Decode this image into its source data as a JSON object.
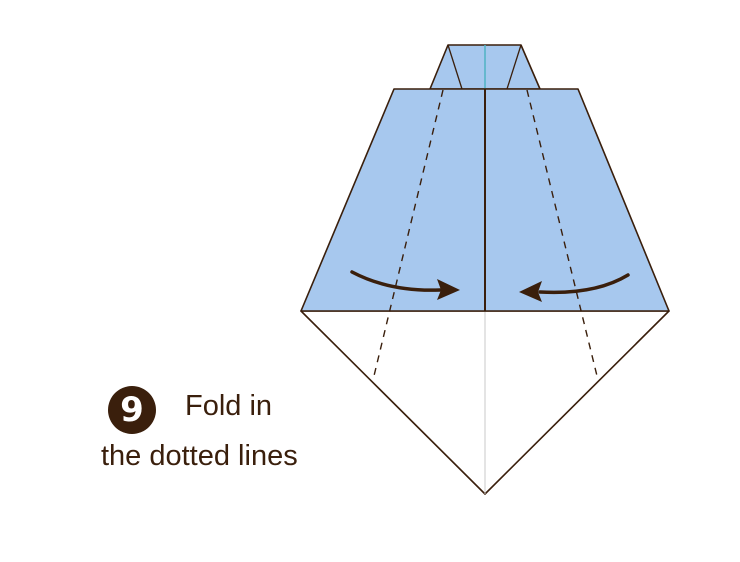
{
  "instruction": {
    "step_number": "9",
    "line1": "Fold in",
    "line2": "the dotted lines"
  },
  "colors": {
    "paper_blue": "#a7c8ee",
    "paper_white": "#ffffff",
    "outline": "#3a1f0c",
    "center_crease": "#4fb3c4",
    "arrow": "#3a1f0c"
  }
}
